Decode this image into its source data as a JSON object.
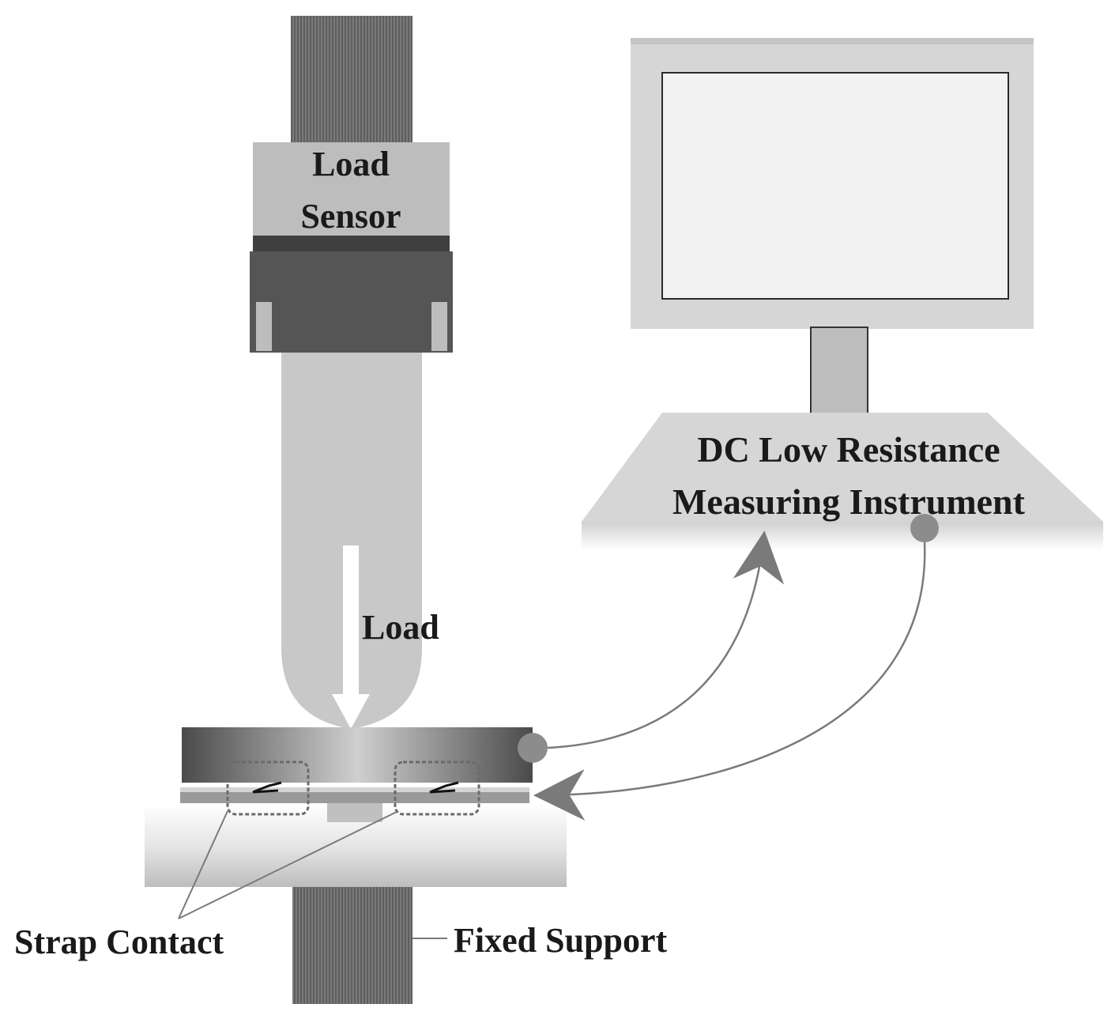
{
  "labels": {
    "load_sensor_line1": "Load",
    "load_sensor_line2": "Sensor",
    "load": "Load",
    "instrument_line1": "DC Low Resistance",
    "instrument_line2": "Measuring Instrument",
    "strap_contact": "Strap Contact",
    "fixed_support": "Fixed Support"
  },
  "colors": {
    "rod_dark": "#6e6e6e",
    "sensor_block": "#bdbdbd",
    "clamp_dark": "#555555",
    "probe_light": "#c8c8c8",
    "monitor_frame": "#d6d6d6",
    "screen": "#f2f2f2",
    "wire": "#7a7a7a",
    "connector": "#8c8c8c"
  }
}
